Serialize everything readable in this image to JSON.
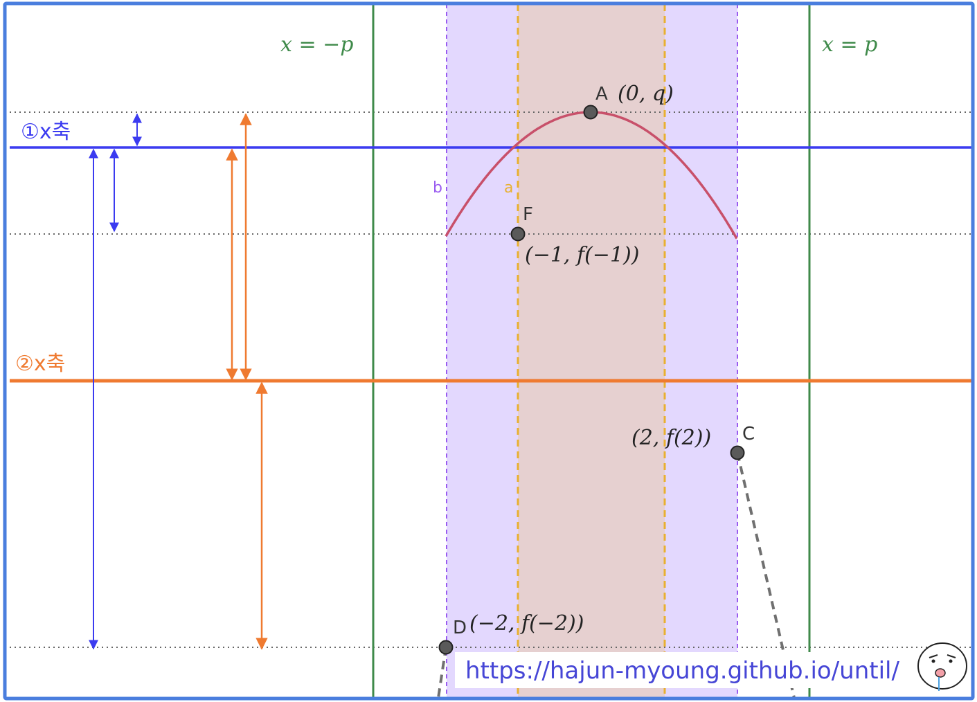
{
  "labels": {
    "x_eq_neg_p": "x = −p",
    "x_eq_p": "x = p",
    "axis1": "①x축",
    "axis2": "②x축",
    "line_b": "b",
    "line_a": "a"
  },
  "points": {
    "A": {
      "name": "A",
      "coords": "(0, q)"
    },
    "F": {
      "name": "F",
      "coords": "(−1, f(−1))"
    },
    "C": {
      "name": "C",
      "coords": "(2, f(2))"
    },
    "D": {
      "name": "D",
      "coords": "(−2, f(−2))"
    }
  },
  "watermark": {
    "url": "https://hajun-myoung.github.io/until/"
  },
  "colors": {
    "frame": "#4a7ede",
    "axis1": "#3b3bf0",
    "axis2": "#ef7a30",
    "green": "#3f8a4a",
    "purple_band": "#e3d8fe",
    "brown_band": "#e6d0d0",
    "purple_dash": "#9a5cf0",
    "yellow_dash": "#e8b030",
    "curve": "#c8506a",
    "gray_dash": "#707070"
  }
}
